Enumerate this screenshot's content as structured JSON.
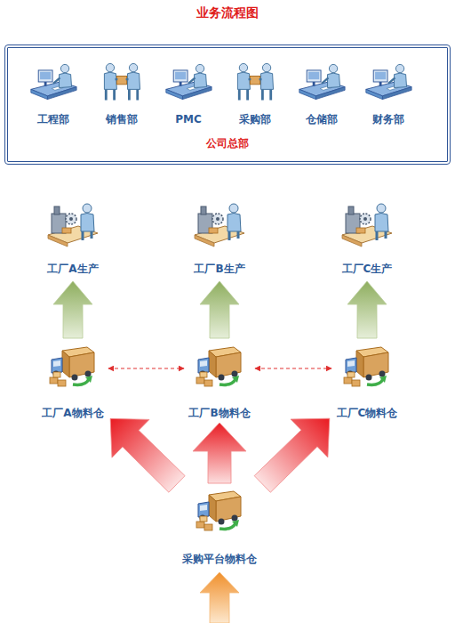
{
  "diagram": {
    "title": "业务流程图",
    "nodes": [
      {
        "text": [
          "公司总部"
        ]
      },
      {
        "text": [
          "工程部"
        ],
        "in": 0
      },
      {
        "text": [
          "销售部"
        ],
        "in": 0
      },
      {
        "text": [
          "PMC"
        ],
        "in": 0
      },
      {
        "text": [
          "采购部"
        ],
        "in": 0
      },
      {
        "text": [
          "仓储部"
        ],
        "in": 0
      },
      {
        "text": [
          "财务部"
        ],
        "in": 0
      },
      {
        "text": [
          "工厂A生产"
        ]
      },
      {
        "text": [
          "工厂B生产"
        ]
      },
      {
        "text": [
          "工厂C生产"
        ]
      },
      {
        "text": [
          "工厂A物料仓"
        ]
      },
      {
        "text": [
          "工厂B物料仓"
        ]
      },
      {
        "text": [
          "工厂C物料仓"
        ]
      },
      {
        "text": [
          "采购平台物料仓"
        ]
      }
    ],
    "edges": [
      {
        "from": 10,
        "to": 7,
        "arrow": "to"
      },
      {
        "from": 11,
        "to": 8,
        "arrow": "to"
      },
      {
        "from": 12,
        "to": 9,
        "arrow": "to"
      },
      {
        "from": 10,
        "to": 11,
        "arrow": "both"
      },
      {
        "from": 11,
        "to": 12,
        "arrow": "both"
      },
      {
        "from": 13,
        "to": 10,
        "arrow": "to"
      },
      {
        "from": 13,
        "to": 11,
        "arrow": "to"
      },
      {
        "from": 13,
        "to": 12,
        "arrow": "to"
      }
    ]
  }
}
